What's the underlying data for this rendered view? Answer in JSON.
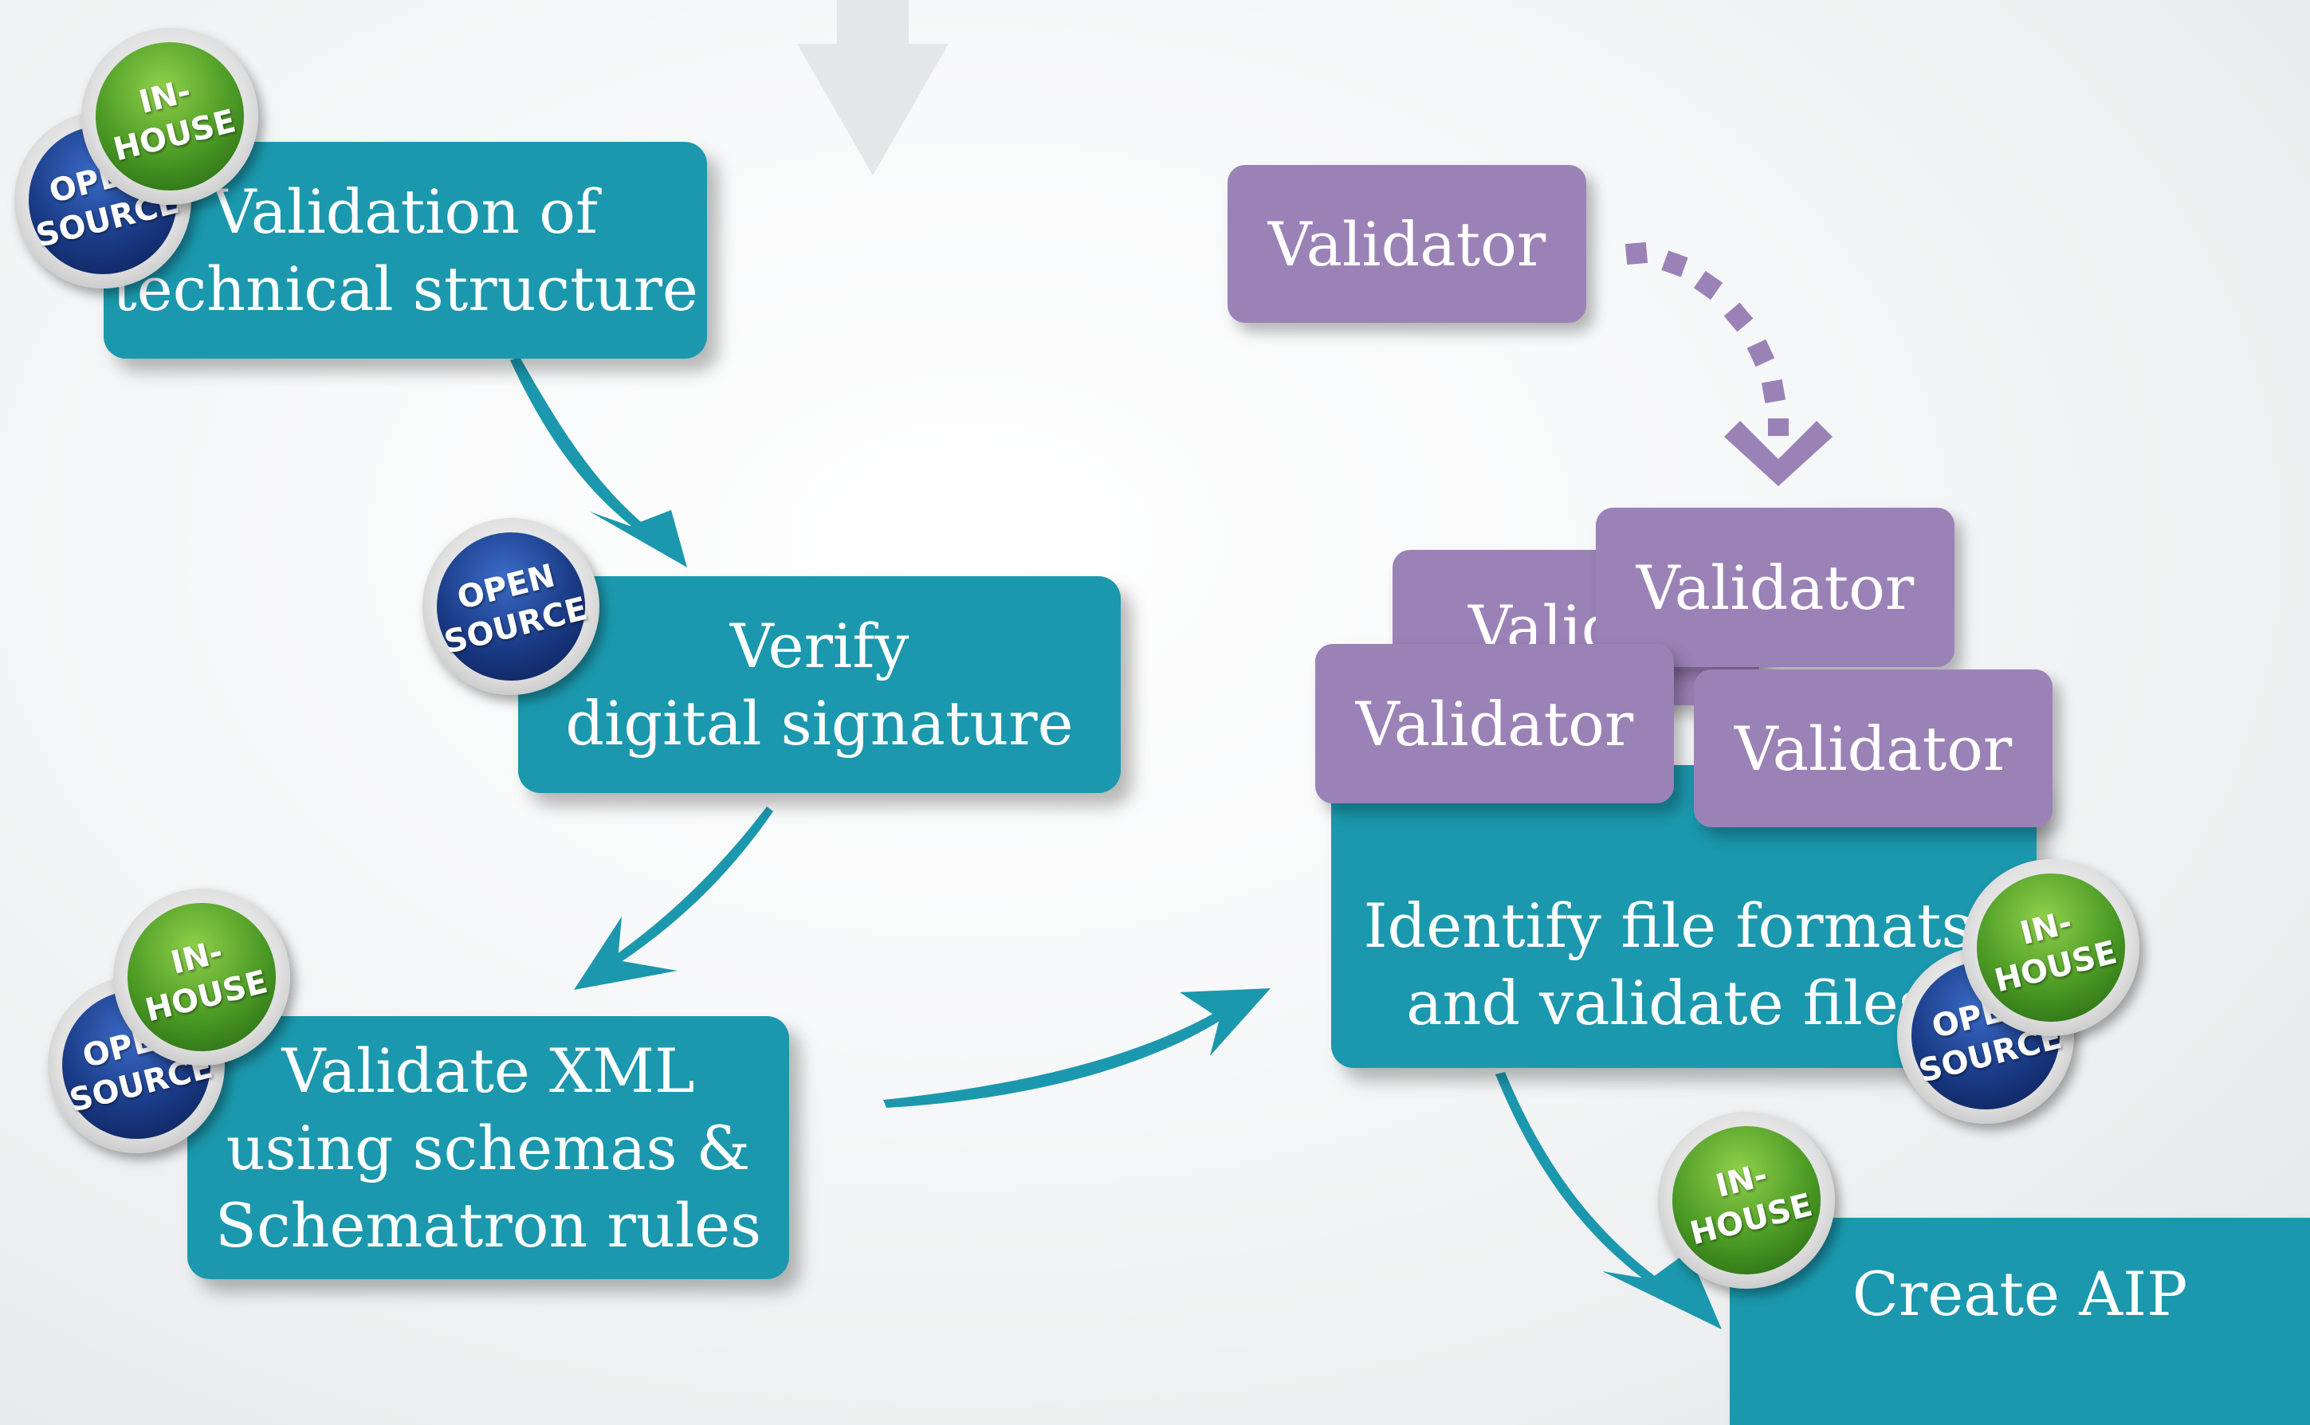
{
  "steps": {
    "validation_technical": "Validation of\ntechnical structure",
    "verify_signature": "Verify\ndigital signature",
    "validate_xml": "Validate XML\nusing schemas &\nSchematron rules",
    "identify_formats": "Identify file formats\nand validate files",
    "create_aip": "Create AIP"
  },
  "validators": {
    "top": "Validator",
    "stack_back_left": "Validator",
    "stack_back_right": "Validator",
    "stack_front_left": "Validator",
    "stack_front_right": "Validator"
  },
  "badges": {
    "open_source": "OPEN\nSOURCE",
    "in_house": "IN-\nHOUSE"
  },
  "colors": {
    "step_box": "#1b98ad",
    "validator_box": "#9a82b6",
    "in_house_badge": "#4b9a25",
    "open_source_badge": "#1a3b86"
  }
}
